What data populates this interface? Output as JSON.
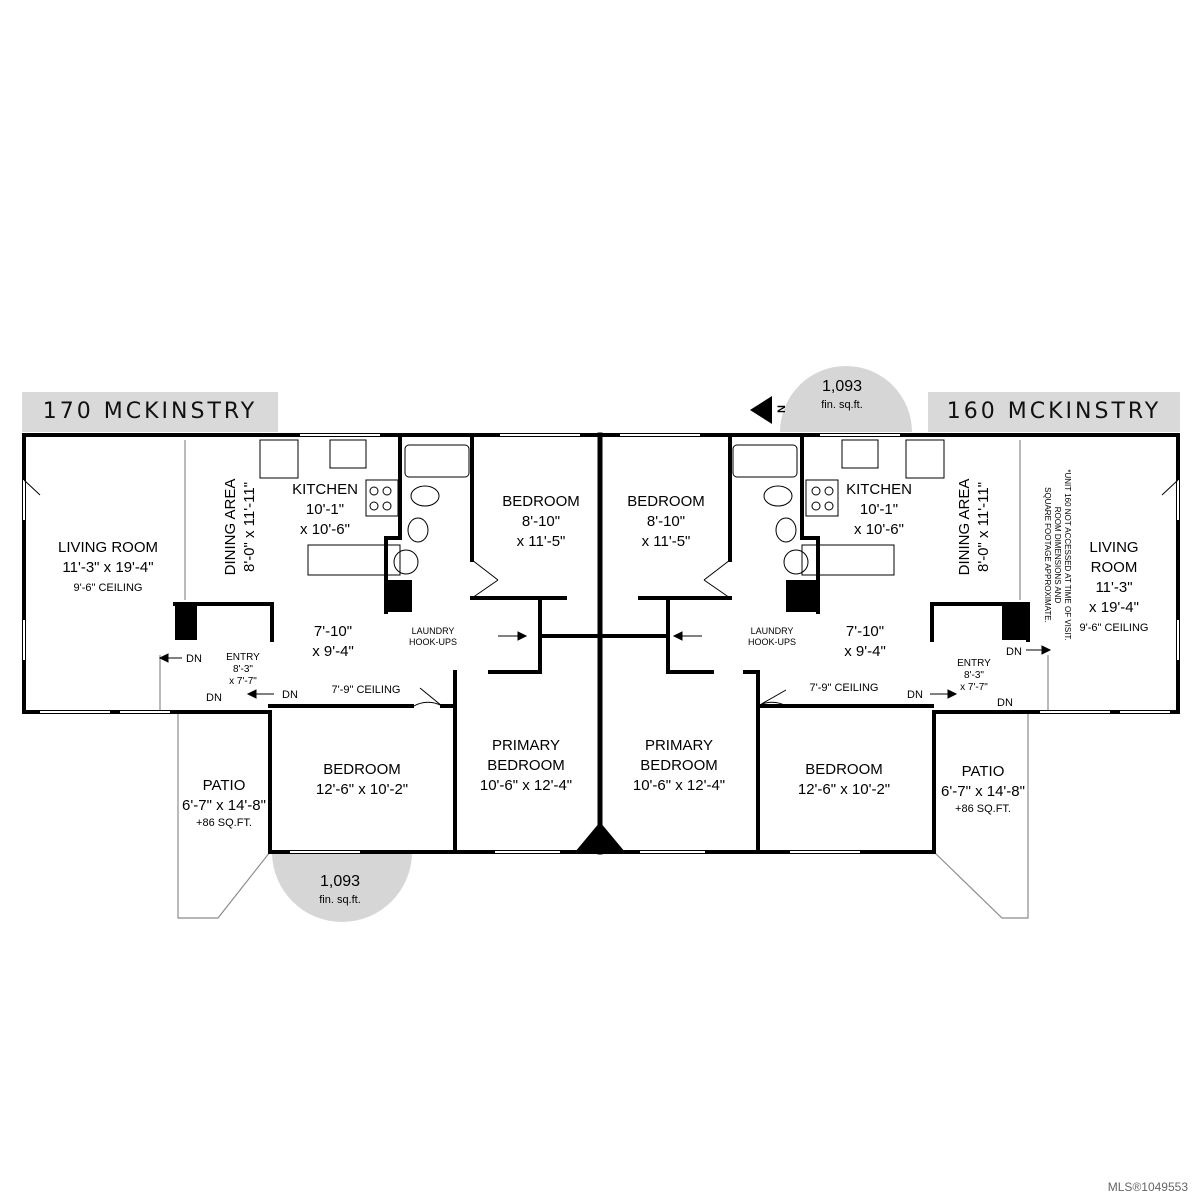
{
  "units": {
    "left": {
      "name": "170 MCKINSTRY",
      "living_room": {
        "label": "LIVING ROOM",
        "dims": "11'-3\" x 19'-4\"",
        "ceiling": "9'-6\" CEILING"
      },
      "dining_area": {
        "label": "DINING AREA",
        "dims": "8'-0\" x 11'-11\""
      },
      "kitchen": {
        "label": "KITCHEN",
        "dims_1": "10'-1\"",
        "dims_2": "x 10'-6\""
      },
      "hall": {
        "dims_1": "7'-10\"",
        "dims_2": "x 9'-4\"",
        "ceiling": "7'-9\" CEILING"
      },
      "entry": {
        "label": "ENTRY",
        "dims_1": "8'-3\"",
        "dims_2": "x 7'-7\""
      },
      "bedroom_top": {
        "label": "BEDROOM",
        "dims_1": "8'-10\"",
        "dims_2": "x 11'-5\""
      },
      "bedroom_bottom": {
        "label": "BEDROOM",
        "dims": "12'-6\" x 10'-2\""
      },
      "primary_bedroom": {
        "label_1": "PRIMARY",
        "label_2": "BEDROOM",
        "dims": "10'-6\" x 12'-4\""
      },
      "patio": {
        "label": "PATIO",
        "dims": "6'-7\" x 14'-8\"",
        "area": "+86 SQ.FT."
      },
      "laundry": {
        "label_1": "LAUNDRY",
        "label_2": "HOOK-UPS"
      },
      "dn_1": "DN",
      "dn_2": "DN",
      "dn_3": "DN",
      "area_badge": {
        "value": "1,093",
        "unit": "fin. sq.ft."
      }
    },
    "right": {
      "name": "160 MCKINSTRY",
      "living_room": {
        "label_1": "LIVING",
        "label_2": "ROOM",
        "dims_1": "11'-3\"",
        "dims_2": "x 19'-4\"",
        "ceiling": "9'-6\" CEILING"
      },
      "dining_area": {
        "label": "DINING AREA",
        "dims": "8'-0\" x 11'-11\""
      },
      "kitchen": {
        "label": "KITCHEN",
        "dims_1": "10'-1\"",
        "dims_2": "x 10'-6\""
      },
      "hall": {
        "dims_1": "7'-10\"",
        "dims_2": "x 9'-4\"",
        "ceiling": "7'-9\" CEILING"
      },
      "entry": {
        "label": "ENTRY",
        "dims_1": "8'-3\"",
        "dims_2": "x 7'-7\""
      },
      "bedroom_top": {
        "label": "BEDROOM",
        "dims_1": "8'-10\"",
        "dims_2": "x 11'-5\""
      },
      "bedroom_bottom": {
        "label": "BEDROOM",
        "dims": "12'-6\" x 10'-2\""
      },
      "primary_bedroom": {
        "label_1": "PRIMARY",
        "label_2": "BEDROOM",
        "dims": "10'-6\" x 12'-4\""
      },
      "patio": {
        "label": "PATIO",
        "dims": "6'-7\" x 14'-8\"",
        "area": "+86 SQ.FT."
      },
      "laundry": {
        "label_1": "LAUNDRY",
        "label_2": "HOOK-UPS"
      },
      "dn_1": "DN",
      "dn_2": "DN",
      "dn_3": "DN",
      "area_badge": {
        "value": "1,093",
        "unit": "fin. sq.ft."
      },
      "disclaimer_1": "*UNIT 160 NOT ACCESSED AT TIME OF VISIT.",
      "disclaimer_2": "ROOM DIMENSIONS AND",
      "disclaimer_3": "SQUARE FOOTAGE APPROXIMATE."
    }
  },
  "north_label": "N",
  "mls_id": "MLS®1049553",
  "colors": {
    "wall": "#000000",
    "badge": "#d6d6d6",
    "banner": "#d9d9d9",
    "thin_line": "#8c8c8c"
  }
}
